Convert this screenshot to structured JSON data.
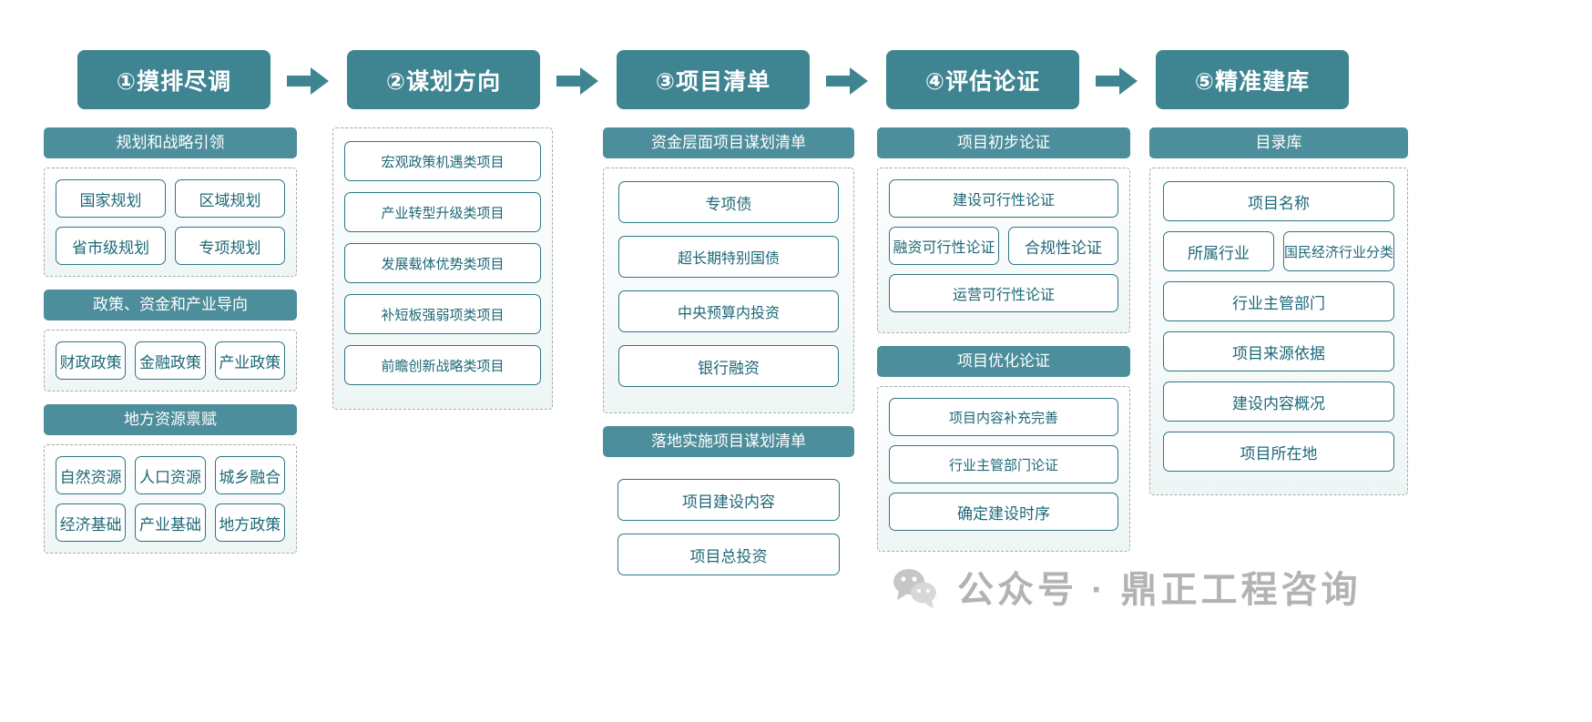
{
  "theme": {
    "header_bg": "#3e8491",
    "group_bg": "#4c8e9b",
    "item_border": "#2d7684",
    "item_text": "#1e6877",
    "dash_border": "#a9a9a9",
    "page_bg": "#ffffff"
  },
  "flow": {
    "arrow_icon": "arrow-right-icon",
    "stages": [
      {
        "label": "①摸排尽调"
      },
      {
        "label": "②谋划方向"
      },
      {
        "label": "③项目清单"
      },
      {
        "label": "④评估论证"
      },
      {
        "label": "⑤精准建库"
      }
    ]
  },
  "columns": [
    {
      "id": "col1",
      "stage": "①摸排尽调",
      "groups": [
        {
          "title": "规划和战略引领",
          "dashed": true,
          "rows": [
            [
              "国家规划",
              "区域规划"
            ],
            [
              "省市级规划",
              "专项规划"
            ]
          ]
        },
        {
          "title": "政策、资金和产业导向",
          "dashed": true,
          "rows": [
            [
              "财政政策",
              "金融政策",
              "产业政策"
            ]
          ]
        },
        {
          "title": "地方资源禀赋",
          "dashed": true,
          "rows": [
            [
              "自然资源",
              "人口资源",
              "城乡融合"
            ],
            [
              "经济基础",
              "产业基础",
              "地方政策"
            ]
          ]
        }
      ]
    },
    {
      "id": "col2",
      "stage": "②谋划方向",
      "groups": [
        {
          "title": "",
          "dashed": true,
          "rows": [
            [
              "宏观政策机遇类项目"
            ],
            [
              "产业转型升级类项目"
            ],
            [
              "发展载体优势类项目"
            ],
            [
              "补短板强弱项类项目"
            ],
            [
              "前瞻创新战略类项目"
            ]
          ]
        }
      ]
    },
    {
      "id": "col3",
      "stage": "③项目清单",
      "groups": [
        {
          "title": "资金层面项目谋划清单",
          "dashed": true,
          "rows": [
            [
              "专项债"
            ],
            [
              "超长期特别国债"
            ],
            [
              "中央预算内投资"
            ],
            [
              "银行融资"
            ]
          ]
        },
        {
          "title": "落地实施项目谋划清单",
          "dashed": false,
          "rows": [
            [
              "项目建设内容"
            ],
            [
              "项目总投资"
            ]
          ]
        }
      ]
    },
    {
      "id": "col4",
      "stage": "④评估论证",
      "groups": [
        {
          "title": "项目初步论证",
          "dashed": true,
          "rows": [
            [
              "建设可行性论证"
            ],
            [
              "融资可行性论证",
              "合规性论证"
            ],
            [
              "运营可行性论证"
            ]
          ]
        },
        {
          "title": "项目优化论证",
          "dashed": true,
          "rows": [
            [
              "项目内容补充完善"
            ],
            [
              "行业主管部门论证"
            ],
            [
              "确定建设时序"
            ]
          ]
        }
      ]
    },
    {
      "id": "col5",
      "stage": "⑤精准建库",
      "groups": [
        {
          "title": "目录库",
          "dashed": true,
          "rows": [
            [
              "项目名称"
            ],
            [
              "所属行业",
              "国民经济行业分类"
            ],
            [
              "行业主管部门"
            ],
            [
              "项目来源依据"
            ],
            [
              "建设内容概况"
            ],
            [
              "项目所在地"
            ]
          ]
        }
      ]
    }
  ],
  "watermark": {
    "logo_icon": "wechat-icon",
    "text": "公众号 · 鼎正工程咨询"
  }
}
